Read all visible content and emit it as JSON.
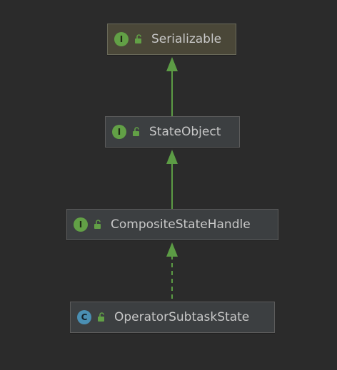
{
  "diagram": {
    "nodes": [
      {
        "name": "Serializable",
        "kind": "interface",
        "badge": "I",
        "visibility": "public",
        "highlighted": true
      },
      {
        "name": "StateObject",
        "kind": "interface",
        "badge": "I",
        "visibility": "public",
        "highlighted": false
      },
      {
        "name": "CompositeStateHandle",
        "kind": "interface",
        "badge": "I",
        "visibility": "public",
        "highlighted": false
      },
      {
        "name": "OperatorSubtaskState",
        "kind": "class",
        "badge": "C",
        "visibility": "public",
        "highlighted": false
      }
    ],
    "edges": [
      {
        "from": "StateObject",
        "to": "Serializable",
        "relation": "extends",
        "style": "solid"
      },
      {
        "from": "CompositeStateHandle",
        "to": "StateObject",
        "relation": "extends",
        "style": "solid"
      },
      {
        "from": "OperatorSubtaskState",
        "to": "CompositeStateHandle",
        "relation": "implements",
        "style": "dashed"
      }
    ],
    "colors": {
      "background": "#2b2b2b",
      "node_fill": "#3c3f41",
      "highlight_fill": "#4a4738",
      "edge": "#5c9c45",
      "interface_badge": "#62a046",
      "class_badge": "#4a8fb3",
      "lock": "#62a046"
    },
    "icons": {
      "interface": "interface-badge-icon",
      "class": "class-badge-icon",
      "visibility": "unlocked-lock-icon"
    }
  }
}
